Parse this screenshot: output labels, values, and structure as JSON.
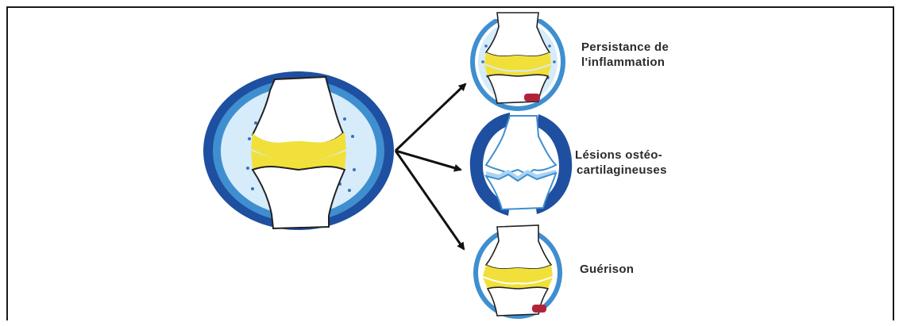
{
  "colors": {
    "outer_capsule": "#1f4fa0",
    "synovium": "#3f8fd0",
    "synovial_fluid": "#c9e6fa",
    "cartilage": "#f2e03a",
    "bone": "#ffffff",
    "tendon": "#b0243a",
    "outline": "#222222"
  },
  "icons": [
    "inflamed-joint-icon",
    "arrow-icon",
    "tendon-icon"
  ],
  "outcomes": [
    {
      "id": "persistance",
      "lines": [
        "Persistance de",
        "l'inflammation"
      ]
    },
    {
      "id": "lesions",
      "lines": [
        "Lésions ostéo-",
        "cartilagineuses"
      ]
    },
    {
      "id": "guerison",
      "lines": [
        "Guérison"
      ]
    }
  ]
}
